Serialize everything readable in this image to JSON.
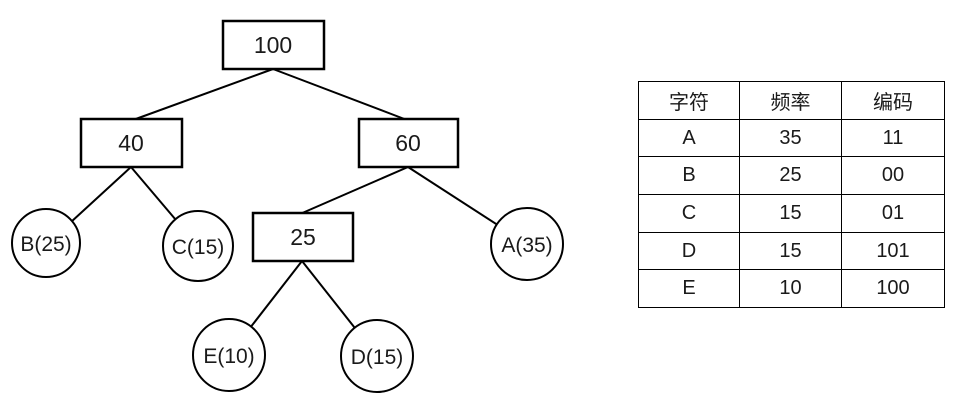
{
  "colors": {
    "background": "#ffffff",
    "stroke": "#000000",
    "text": "#1a1a1a",
    "node_fill": "#ffffff"
  },
  "tree": {
    "description": "huffman-tree",
    "nodes": [
      {
        "id": "root",
        "type": "internal",
        "label": "100"
      },
      {
        "id": "n40",
        "type": "internal",
        "label": "40"
      },
      {
        "id": "n60",
        "type": "internal",
        "label": "60"
      },
      {
        "id": "n25",
        "type": "internal",
        "label": "25"
      },
      {
        "id": "B",
        "type": "leaf",
        "label": "B(25)"
      },
      {
        "id": "C",
        "type": "leaf",
        "label": "C(15)"
      },
      {
        "id": "A",
        "type": "leaf",
        "label": "A(35)"
      },
      {
        "id": "E",
        "type": "leaf",
        "label": "E(10)"
      },
      {
        "id": "D",
        "type": "leaf",
        "label": "D(15)"
      }
    ],
    "edges": [
      [
        "root",
        "n40"
      ],
      [
        "root",
        "n60"
      ],
      [
        "n40",
        "B"
      ],
      [
        "n40",
        "C"
      ],
      [
        "n60",
        "n25"
      ],
      [
        "n60",
        "A"
      ],
      [
        "n25",
        "E"
      ],
      [
        "n25",
        "D"
      ]
    ]
  },
  "table": {
    "headers": [
      "字符",
      "频率",
      "编码"
    ],
    "rows": [
      [
        "A",
        "35",
        "11"
      ],
      [
        "B",
        "25",
        "00"
      ],
      [
        "C",
        "15",
        "01"
      ],
      [
        "D",
        "15",
        "101"
      ],
      [
        "E",
        "10",
        "100"
      ]
    ]
  }
}
